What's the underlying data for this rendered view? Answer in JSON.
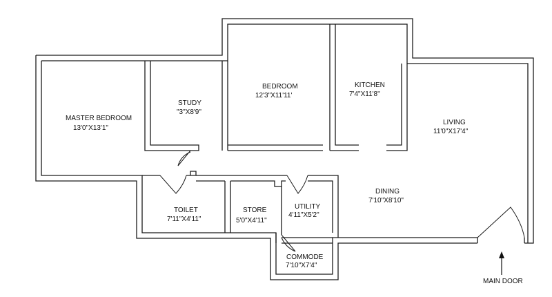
{
  "rooms": {
    "master_bedroom": {
      "name": "MASTER BEDROOM",
      "size": "13'0\"X13'1\""
    },
    "study": {
      "name": "STUDY",
      "size": "\"3\"X8'9\""
    },
    "bedroom": {
      "name": "BEDROOM",
      "size": "12'3\"X11'11'"
    },
    "kitchen": {
      "name": "KITCHEN",
      "size": "7'4\"X11'8\""
    },
    "living": {
      "name": "LIVING",
      "size": "11'0\"X17'4\""
    },
    "dining": {
      "name": "DINING",
      "size": "7'10\"X8'10\""
    },
    "toilet": {
      "name": "TOILET",
      "size": "7'11\"X4'11\""
    },
    "store": {
      "name": "STORE",
      "size": "5'0\"X4'11\""
    },
    "utility": {
      "name": "UTILITY",
      "size": "4'11\"X5'2\""
    },
    "commode": {
      "name": "COMMODE",
      "size": "7'10\"X7'4\""
    }
  },
  "entrance": {
    "label": "MAIN DOOR"
  }
}
